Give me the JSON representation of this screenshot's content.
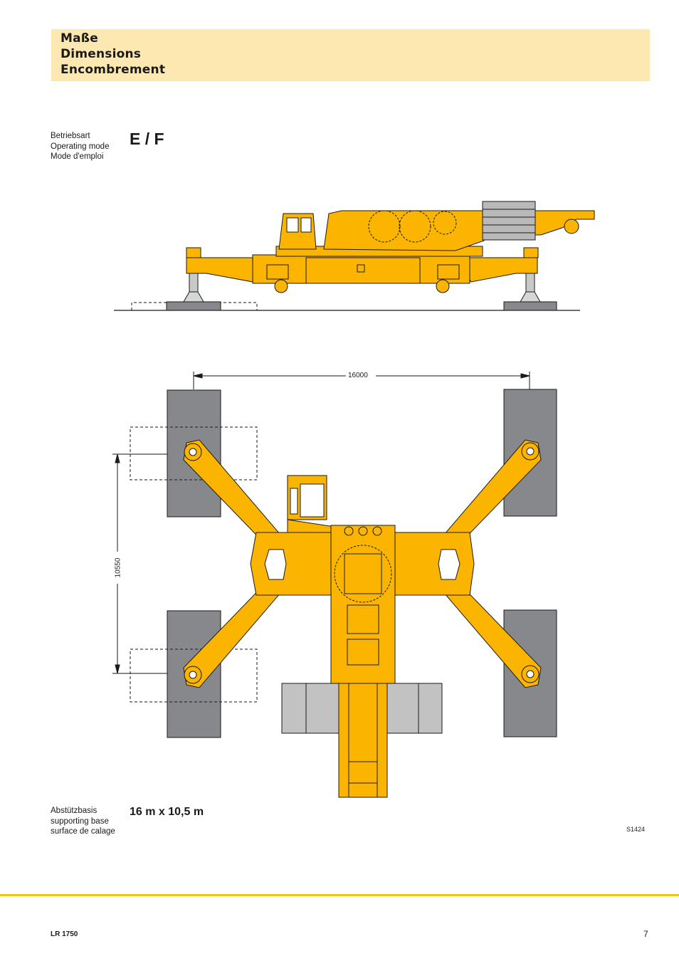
{
  "header": {
    "title_de": "Maße",
    "title_en": "Dimensions",
    "title_fr": "Encombrement"
  },
  "operating_mode": {
    "label_de": "Betriebsart",
    "label_en": "Operating mode",
    "label_fr": "Mode d'emploi",
    "value": "E / F"
  },
  "drawing": {
    "dim_width": "16000",
    "dim_length": "10550"
  },
  "supporting_base": {
    "label_de": "Abstützbasis",
    "label_en": "supporting base",
    "label_fr": "surface de calage",
    "value": "16 m x 10,5 m"
  },
  "drawing_code": "S1424",
  "footer": {
    "model": "LR 1750",
    "page": "7"
  },
  "colors": {
    "header_bg": "#fde8b2",
    "crane_yellow": "#fbb500",
    "pad_gray": "#86888b",
    "footer_rule": "#f2c21c"
  }
}
